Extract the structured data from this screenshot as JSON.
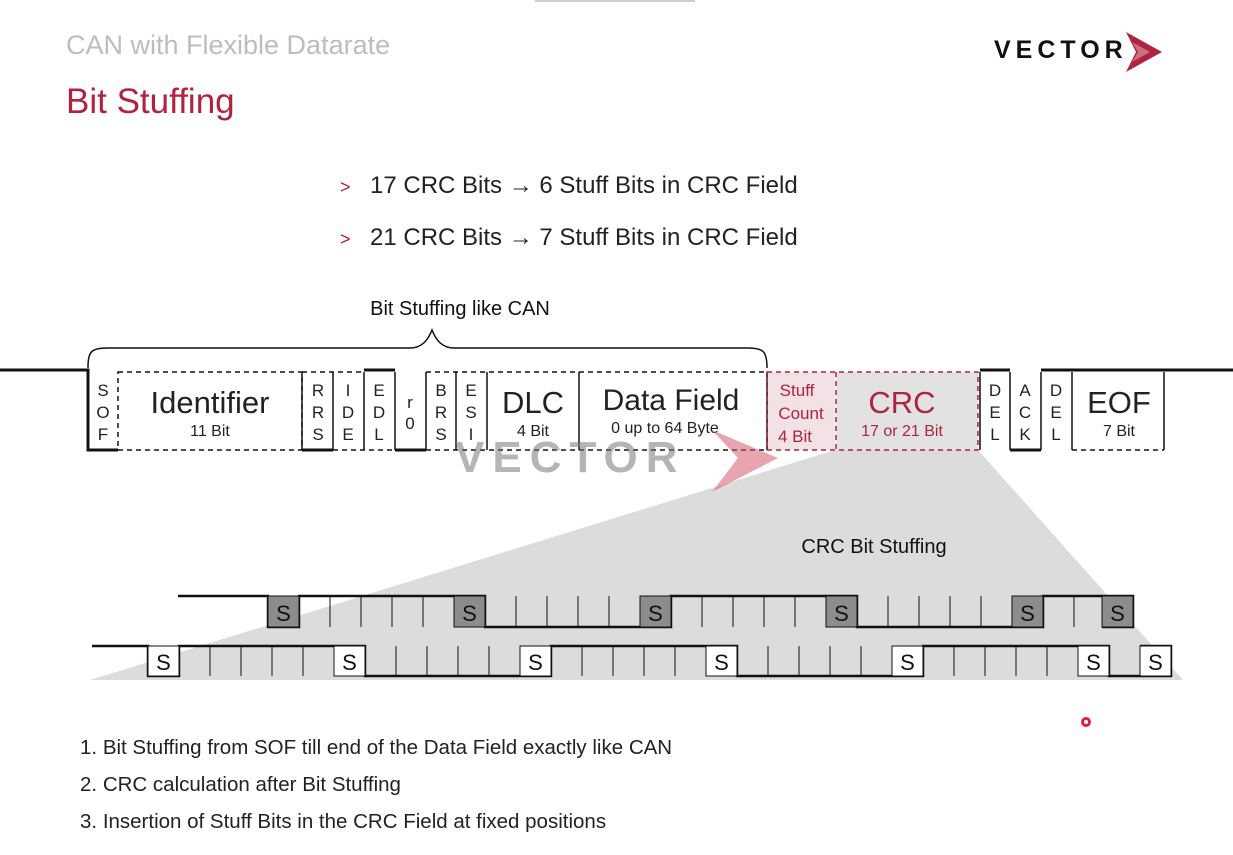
{
  "header": {
    "subtitle": "CAN with Flexible Datarate",
    "title": "Bit Stuffing",
    "logo_text": "VECTOR"
  },
  "bullets": [
    {
      "marker": ">",
      "text": "17 CRC Bits → 6 Stuff Bits in CRC Field"
    },
    {
      "marker": ">",
      "text": "21 CRC Bits → 7 Stuff Bits in CRC Field"
    }
  ],
  "diagram": {
    "brace_label": "Bit Stuffing like CAN",
    "watermark": "VECTOR",
    "fields": [
      {
        "id": "sof",
        "lines": [
          "S",
          "O",
          "F"
        ]
      },
      {
        "id": "identifier",
        "name": "Identifier",
        "sub": "11 Bit"
      },
      {
        "id": "rrs",
        "lines": [
          "R",
          "R",
          "S"
        ]
      },
      {
        "id": "ide",
        "lines": [
          "I",
          "D",
          "E"
        ]
      },
      {
        "id": "edl",
        "lines": [
          "E",
          "D",
          "L"
        ]
      },
      {
        "id": "r0",
        "lines": [
          "r",
          "0"
        ]
      },
      {
        "id": "brs",
        "lines": [
          "B",
          "R",
          "S"
        ]
      },
      {
        "id": "esi",
        "lines": [
          "E",
          "S",
          "I"
        ]
      },
      {
        "id": "dlc",
        "name": "DLC",
        "sub": "4 Bit"
      },
      {
        "id": "data",
        "name": "Data Field",
        "sub": "0 up to 64 Byte"
      },
      {
        "id": "stuff_count",
        "lines": [
          "Stuff",
          "Count",
          "4 Bit"
        ]
      },
      {
        "id": "crc",
        "name": "CRC",
        "sub": "17 or 21 Bit"
      },
      {
        "id": "crc_del",
        "lines": [
          "D",
          "E",
          "L"
        ]
      },
      {
        "id": "ack",
        "lines": [
          "A",
          "C",
          "K"
        ]
      },
      {
        "id": "ack_del",
        "lines": [
          "D",
          "E",
          "L"
        ]
      },
      {
        "id": "eof",
        "name": "EOF",
        "sub": "7 Bit"
      }
    ],
    "crc_bit_stuffing_label": "CRC Bit Stuffing",
    "stuff_bit_label": "S",
    "stuff_rows": [
      {
        "row": "upper",
        "stuff_bits": 6
      },
      {
        "row": "lower",
        "stuff_bits": 7
      }
    ]
  },
  "colors": {
    "accent": "#b0223e",
    "crc_fill": "#f2e1e5",
    "zoom_area": "#dcdcdc",
    "stuff_bit_fill": "#8c8c8c"
  },
  "numbered_list": [
    {
      "num": "1.",
      "text": "Bit Stuffing from SOF till end of the Data Field exactly like CAN"
    },
    {
      "num": "2.",
      "text": "CRC calculation after Bit Stuffing"
    },
    {
      "num": "3.",
      "text": "Insertion of Stuff Bits in the CRC Field at fixed positions"
    }
  ]
}
